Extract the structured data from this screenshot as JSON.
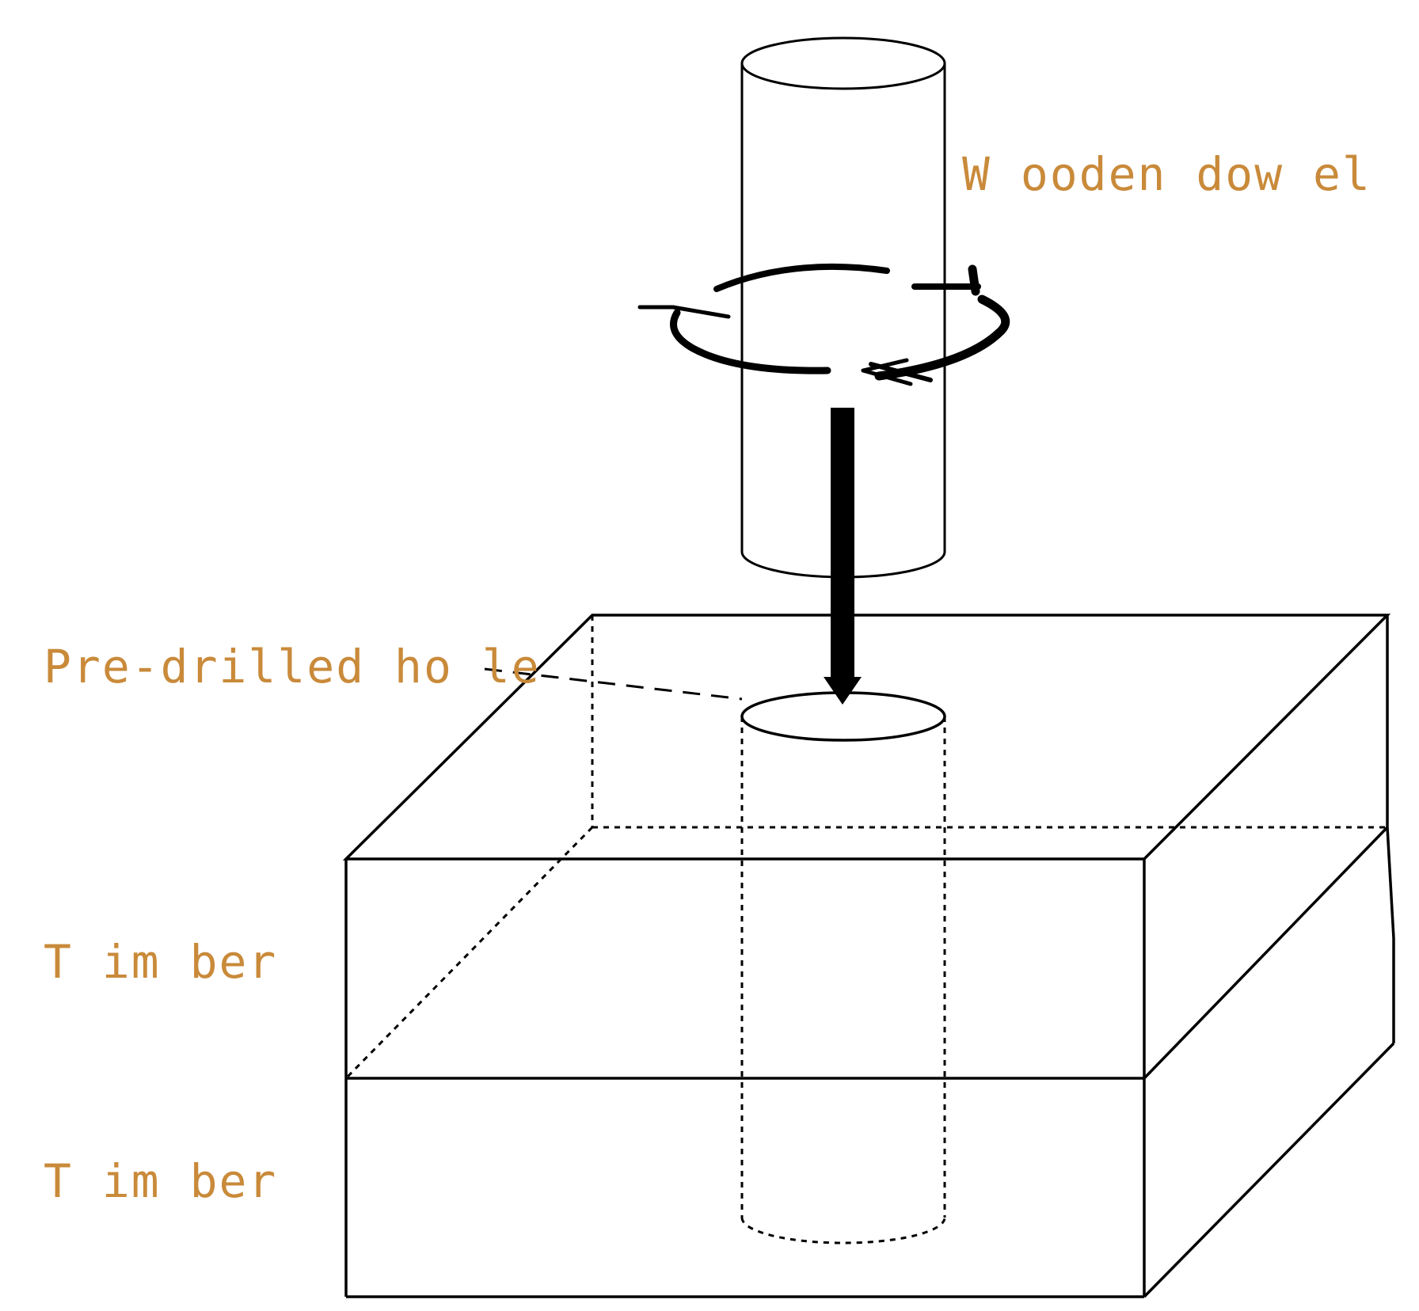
{
  "labels": {
    "dowel": "W ooden dow el",
    "hole": "Pre-drilled ho le",
    "timber_top": "T im ber",
    "timber_bottom": "T im ber"
  },
  "colors": {
    "label_text": "#c98a3a",
    "line": "#000000",
    "background": "#ffffff"
  }
}
